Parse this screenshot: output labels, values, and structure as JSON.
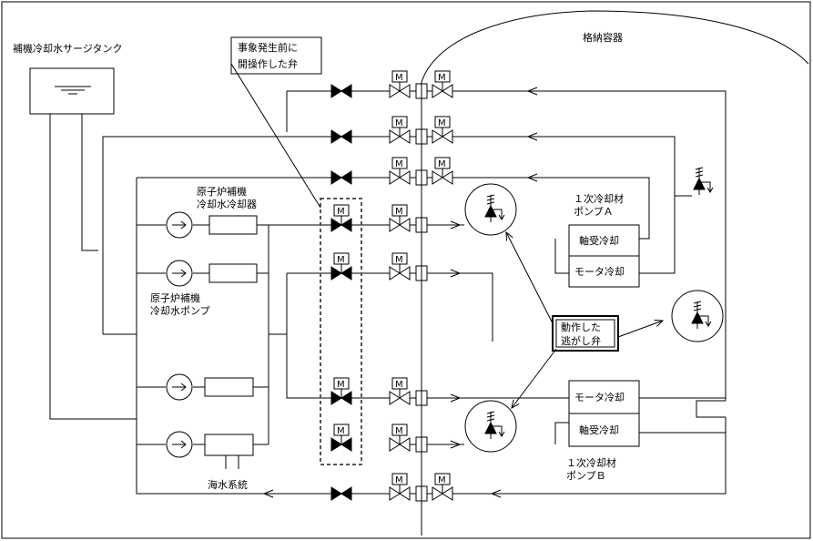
{
  "labels": {
    "surge_tank": "補機冷却水サージタンク",
    "containment": "格納容器",
    "callout_open_valve_line1": "事象発生前に",
    "callout_open_valve_line2": "開操作した弁",
    "reactor_aux_cooler_line1": "原子炉補機",
    "reactor_aux_cooler_line2": "冷却水冷却器",
    "reactor_aux_pump_line1": "原子炉補機",
    "reactor_aux_pump_line2": "冷却水ポンプ",
    "seawater_system": "海水系統",
    "pump_a_line1": "１次冷却材",
    "pump_a_line2": "ポンプＡ",
    "pump_b_line1": "１次冷却材",
    "pump_b_line2": "ポンプＢ",
    "bearing_cooling_a": "軸受冷却",
    "motor_cooling_a": "モータ冷却",
    "motor_cooling_b": "モータ冷却",
    "bearing_cooling_b": "軸受冷却",
    "relief_valve_line1": "動作した",
    "relief_valve_line2": "逃がし弁"
  },
  "motor_valve_letter": "M"
}
